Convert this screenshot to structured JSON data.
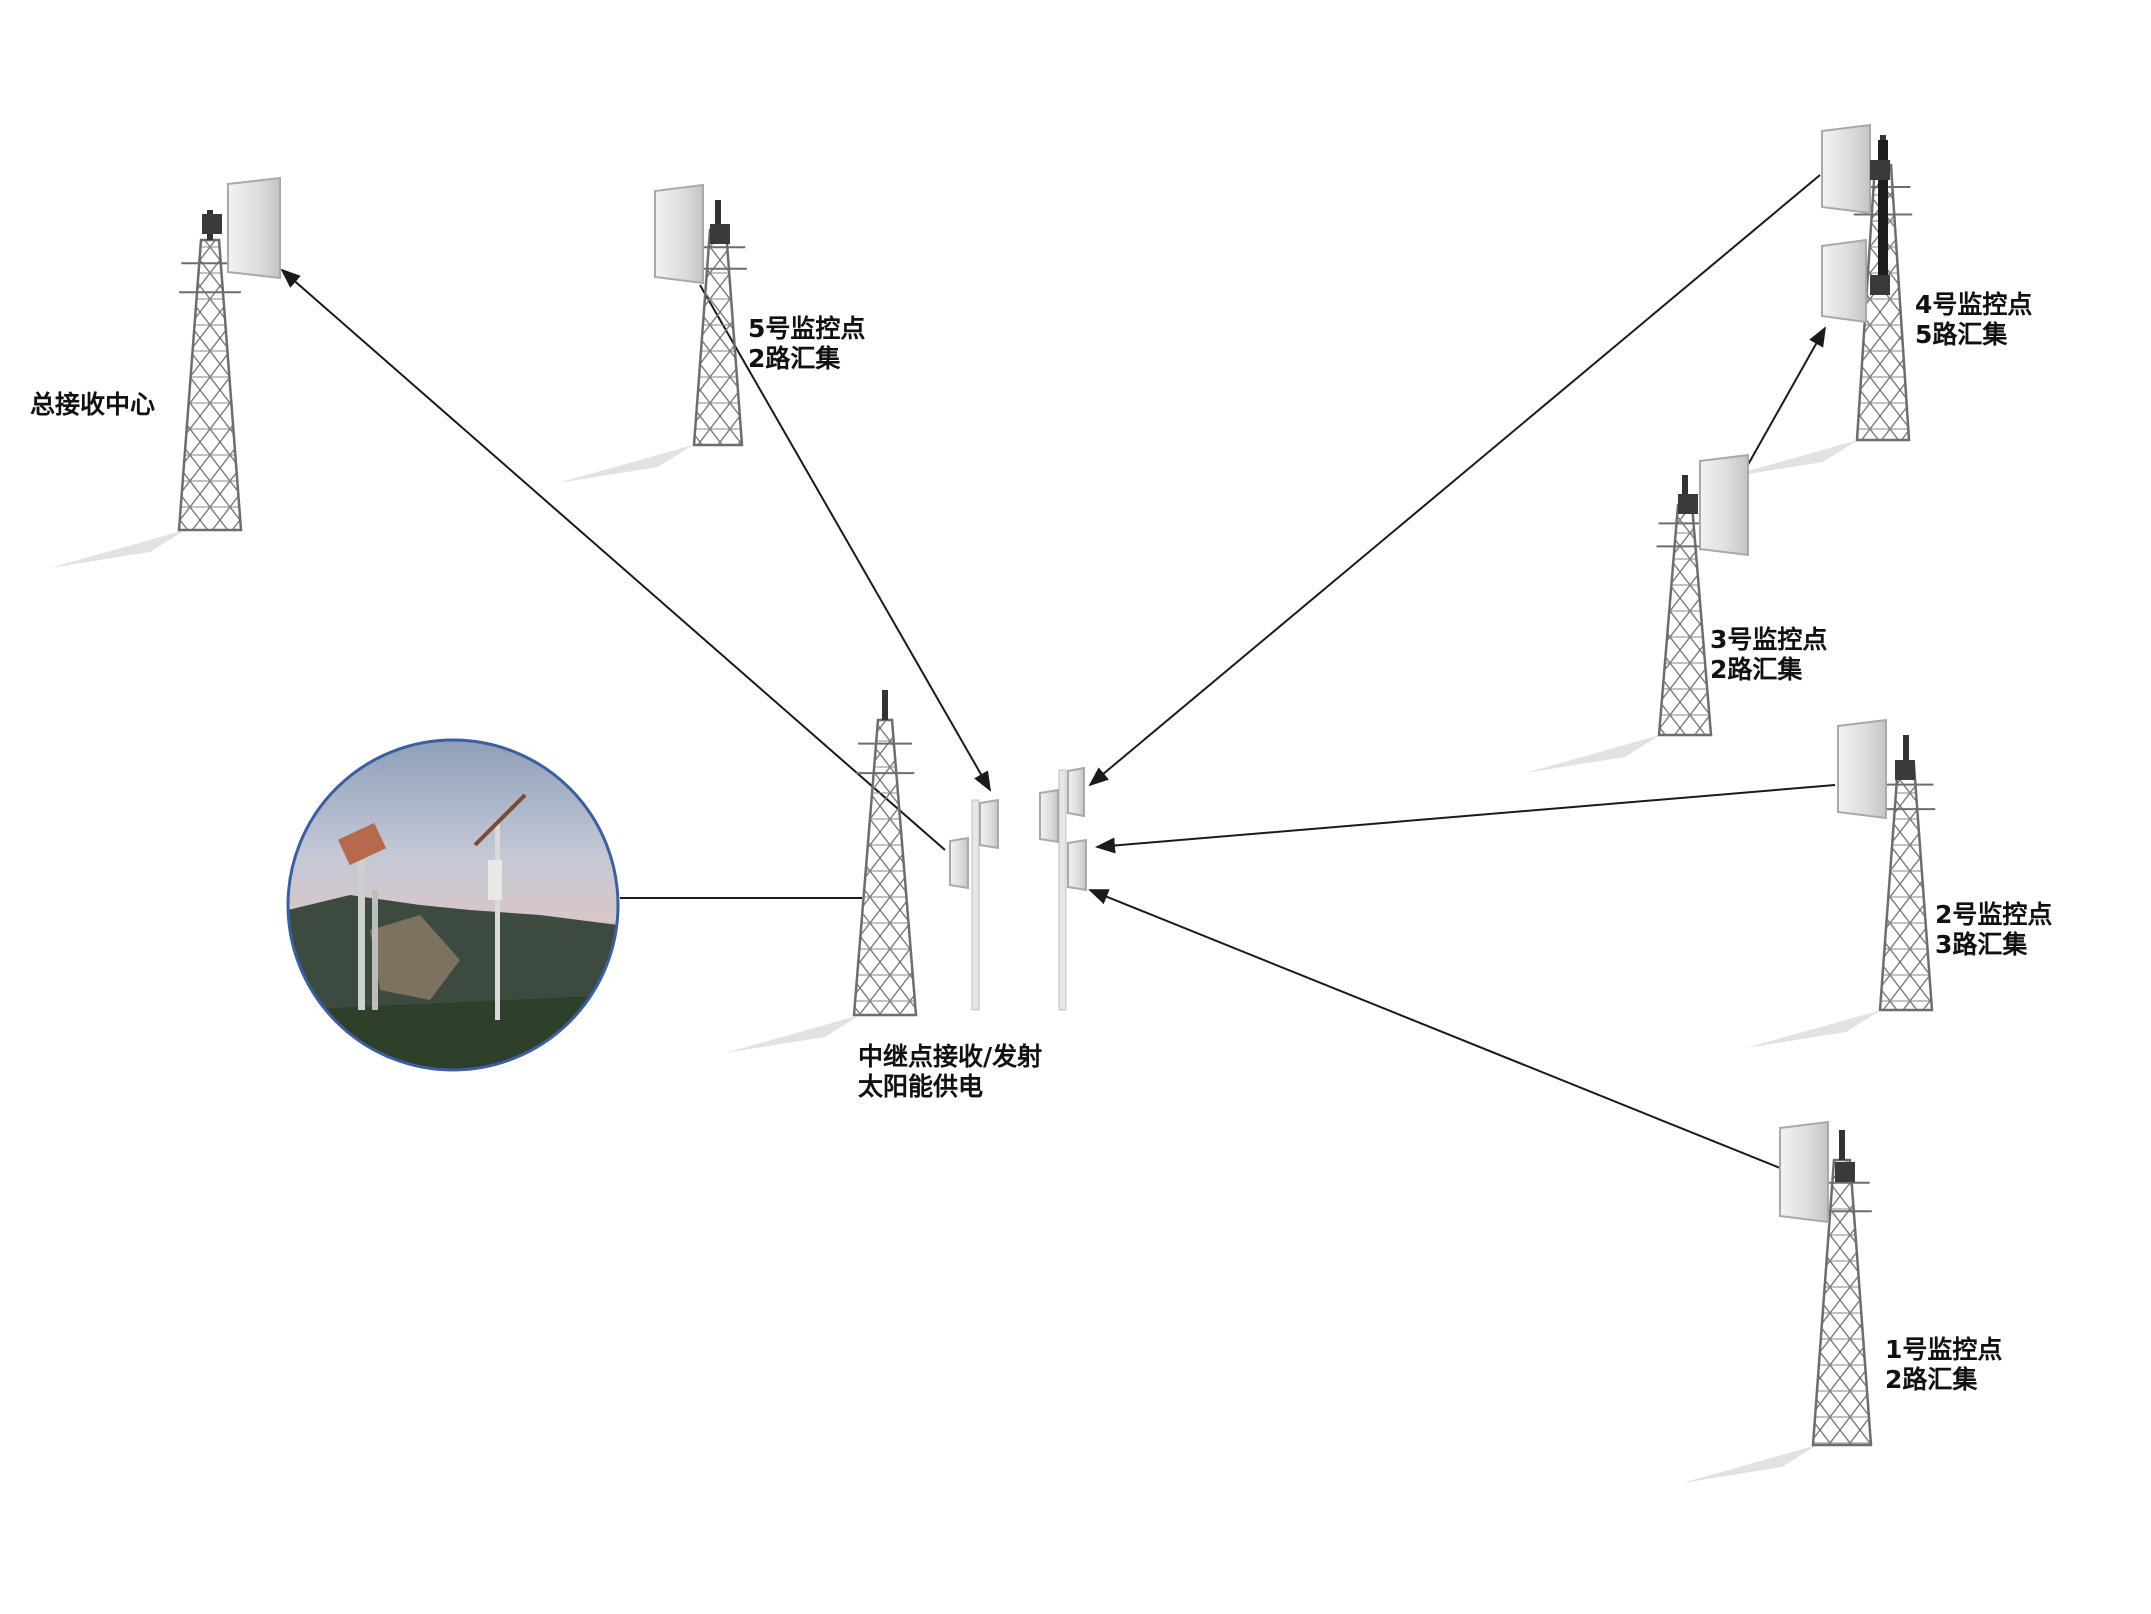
{
  "diagram": {
    "colors": {
      "tower": "#6d6d6d",
      "antenna_panel": "#e4e4e4",
      "antenna_edge": "#a9a9a9",
      "arrow": "#1a1a1a",
      "photo_border": "#3b5fa0"
    },
    "nodes": {
      "center": {
        "label": "总接收中心"
      },
      "relay": {
        "line1": "中继点接收/发射",
        "line2": "太阳能供电"
      },
      "site5": {
        "line1": "5号监控点",
        "line2": "2路汇集"
      },
      "site4": {
        "line1": "4号监控点",
        "line2": "5路汇集"
      },
      "site3": {
        "line1": "3号监控点",
        "line2": "2路汇集"
      },
      "site2": {
        "line1": "2号监控点",
        "line2": "3路汇集"
      },
      "site1": {
        "line1": "1号监控点",
        "line2": "2路汇集"
      }
    },
    "photo": {
      "subject": "solar-powered relay station photo"
    }
  }
}
